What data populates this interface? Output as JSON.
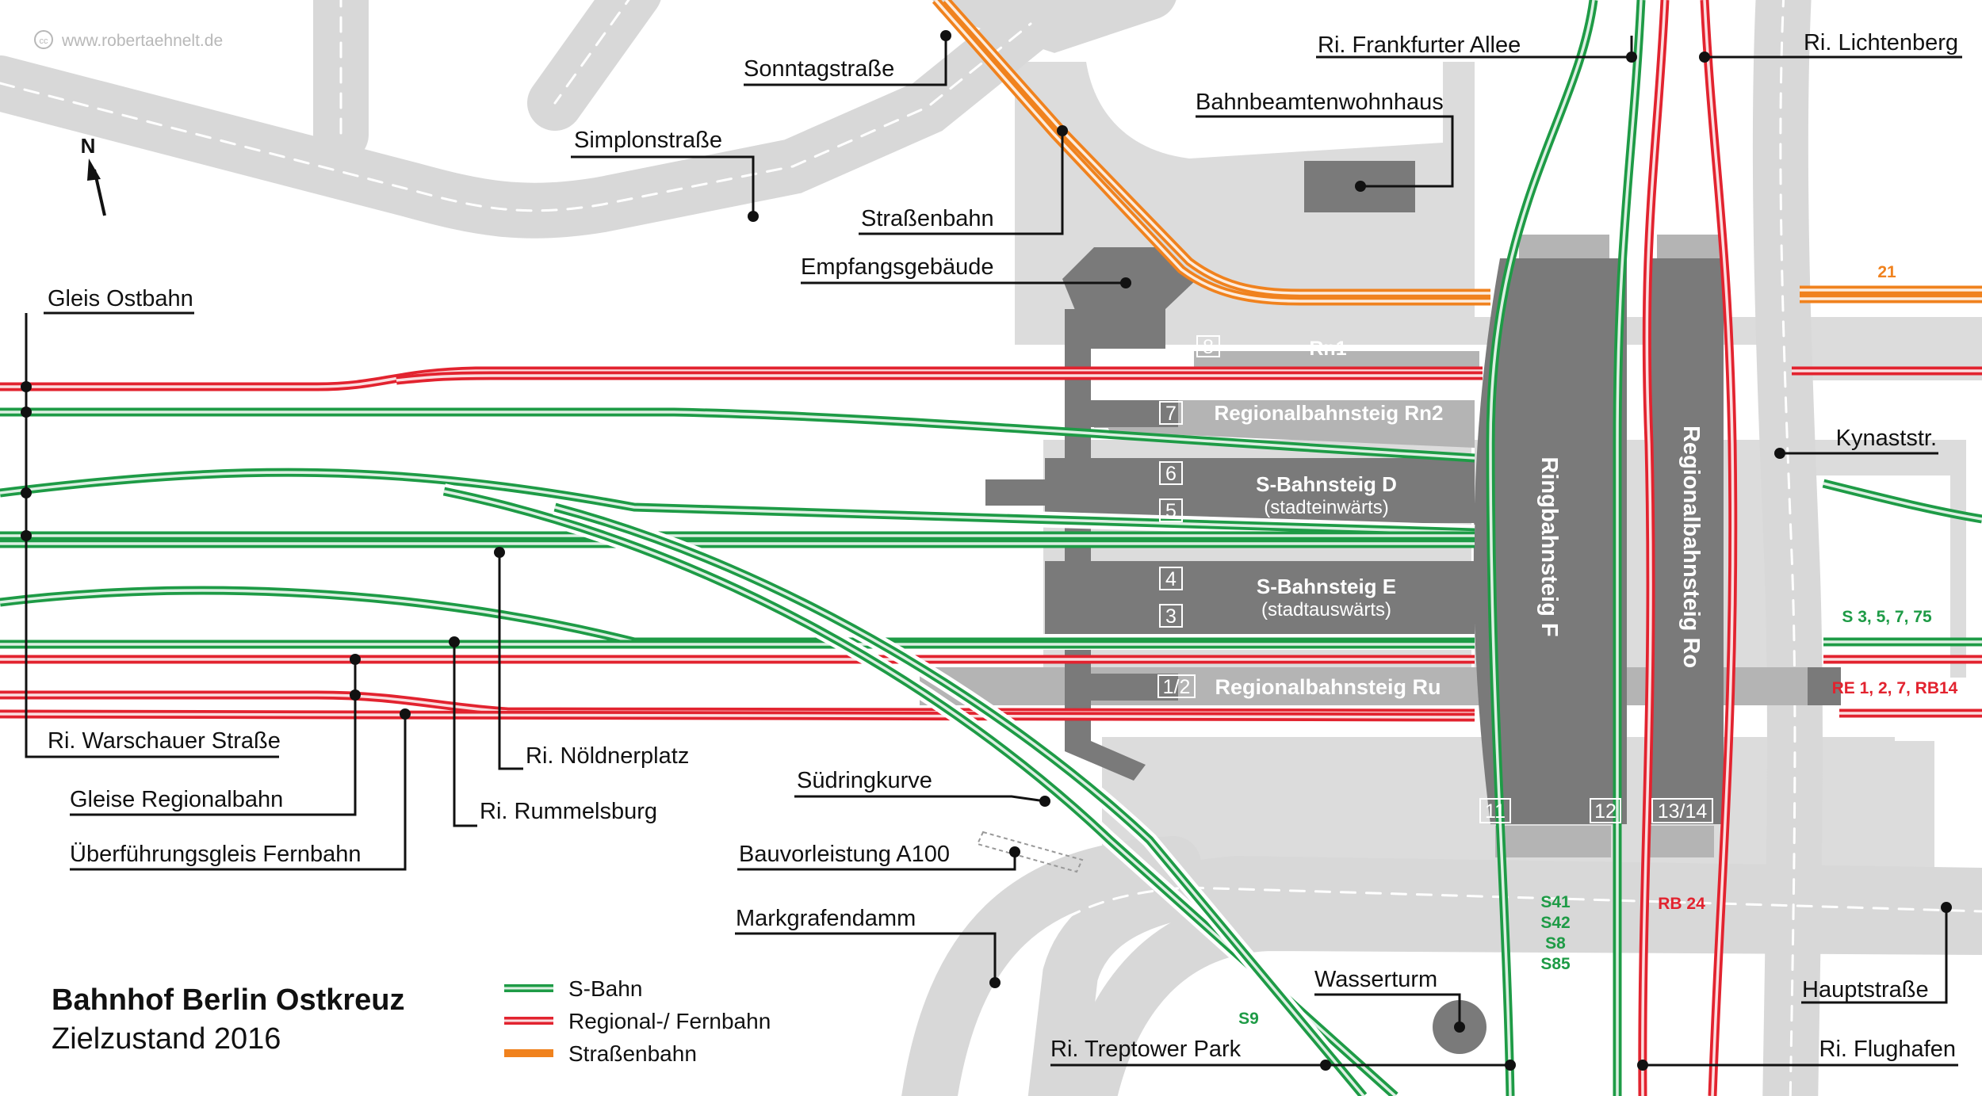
{
  "credit": "www.robertaehnelt.de",
  "credit_icon": "cc-icon",
  "north": "N",
  "title": "Bahnhof Berlin Ostkreuz",
  "subtitle": "Zielzustand 2016",
  "colors": {
    "sbahn": "#1e9b46",
    "regional": "#e2232f",
    "tram": "#f0821e",
    "platform": "#7a7a7a",
    "ground": "#dcdcdc"
  },
  "legend": [
    {
      "type": "sbahn",
      "label": "S-Bahn"
    },
    {
      "type": "regional",
      "label": "Regional-/ Fernbahn"
    },
    {
      "type": "tram",
      "label": "Straßenbahn"
    }
  ],
  "platforms": {
    "rn1": "Rn1",
    "rn2": "Regionalbahnsteig Rn2",
    "d_line1": "S-Bahnsteig D",
    "d_line2": "(stadteinwärts)",
    "e_line1": "S-Bahnsteig E",
    "e_line2": "(stadtauswärts)",
    "ru": "Regionalbahnsteig Ru",
    "f": "Ringbahnsteig F",
    "ro": "Regionalbahnsteig Ro"
  },
  "tracks": {
    "t8": "8",
    "t7": "7",
    "t6": "6",
    "t5": "5",
    "t4": "4",
    "t3": "3",
    "t12a": "1/2",
    "t11": "11",
    "t12": "12",
    "t1314": "13/14"
  },
  "line_labels": {
    "tram21": "21",
    "s_east": "S 3, 5, 7, 75",
    "re_east": "RE 1, 2, 7, RB14",
    "ring": [
      "S41",
      "S42",
      "S8",
      "S85"
    ],
    "rb24": "RB 24",
    "s9": "S9"
  },
  "labels": {
    "sonntagstrasse": "Sonntagstraße",
    "simplonstrasse": "Simplonstraße",
    "strassenbahn": "Straßenbahn",
    "empfangsgebaeude": "Empfangsgebäude",
    "gleis_ostbahn": "Gleis Ostbahn",
    "frankfurter_allee": "Ri. Frankfurter Allee",
    "lichtenberg": "Ri. Lichtenberg",
    "bahnbeamtenwohnhaus": "Bahnbeamtenwohnhaus",
    "kynaststr": "Kynaststr.",
    "warschauer": "Ri. Warschauer Straße",
    "gleise_regional": "Gleise Regionalbahn",
    "ueberfuehrung": "Überführungsgleis Fernbahn",
    "noeldnerplatz": "Ri. Nöldnerplatz",
    "rummelsburg": "Ri. Rummelsburg",
    "suedringkurve": "Südringkurve",
    "bauvorleistung": "Bauvorleistung A100",
    "markgrafendamm": "Markgrafendamm",
    "wasserturm": "Wasserturm",
    "treptower": "Ri. Treptower Park",
    "flughafen": "Ri. Flughafen",
    "hauptstrasse": "Hauptstraße"
  }
}
